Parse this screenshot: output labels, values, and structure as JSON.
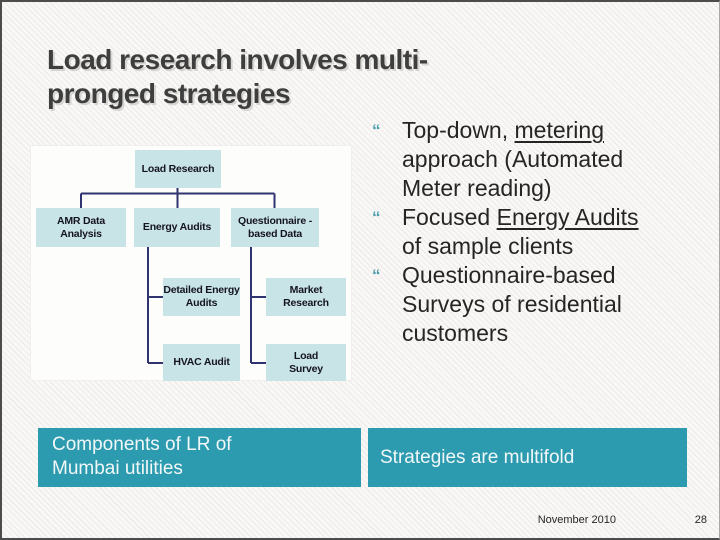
{
  "slide": {
    "title": {
      "lines": [
        "Load research involves multi-",
        "pronged strategies"
      ]
    },
    "diagram": {
      "nodes": {
        "root": "Load Research",
        "amr": "AMR Data Analysis",
        "energy": "Energy Audits",
        "quest": "Questionnaire -based Data",
        "detailed": "Detailed Energy Audits",
        "hvac": "HVAC Audit",
        "market": "Market Research",
        "survey": "Load Survey"
      }
    },
    "bullets": {
      "marker": "“",
      "items": [
        {
          "lines": [
            {
              "pre": "Top-down, ",
              "u": "metering",
              "post": ""
            },
            {
              "pre": "approach (Automated",
              "u": "",
              "post": ""
            },
            {
              "pre": "Meter reading)",
              "u": "",
              "post": ""
            }
          ]
        },
        {
          "lines": [
            {
              "pre": "Focused ",
              "u": "Energy Audits",
              "post": ""
            },
            {
              "pre": "of sample clients",
              "u": "",
              "post": ""
            }
          ]
        },
        {
          "lines": [
            {
              "pre": "Questionnaire-based",
              "u": "",
              "post": ""
            },
            {
              "pre": "Surveys of residential",
              "u": "",
              "post": ""
            },
            {
              "pre": "customers",
              "u": "",
              "post": ""
            }
          ]
        }
      ]
    },
    "callouts": {
      "left": {
        "lines": [
          "Components of LR of",
          "Mumbai utilities"
        ]
      },
      "right": {
        "label": "Strategies are multifold"
      }
    },
    "footer": {
      "date": "November 2010",
      "page": "28"
    },
    "colors": {
      "accent_teal": "#2c9bb0",
      "node_fill": "#c9e4e7",
      "connector": "#2f336f",
      "title_text": "#3e3e3e"
    }
  }
}
